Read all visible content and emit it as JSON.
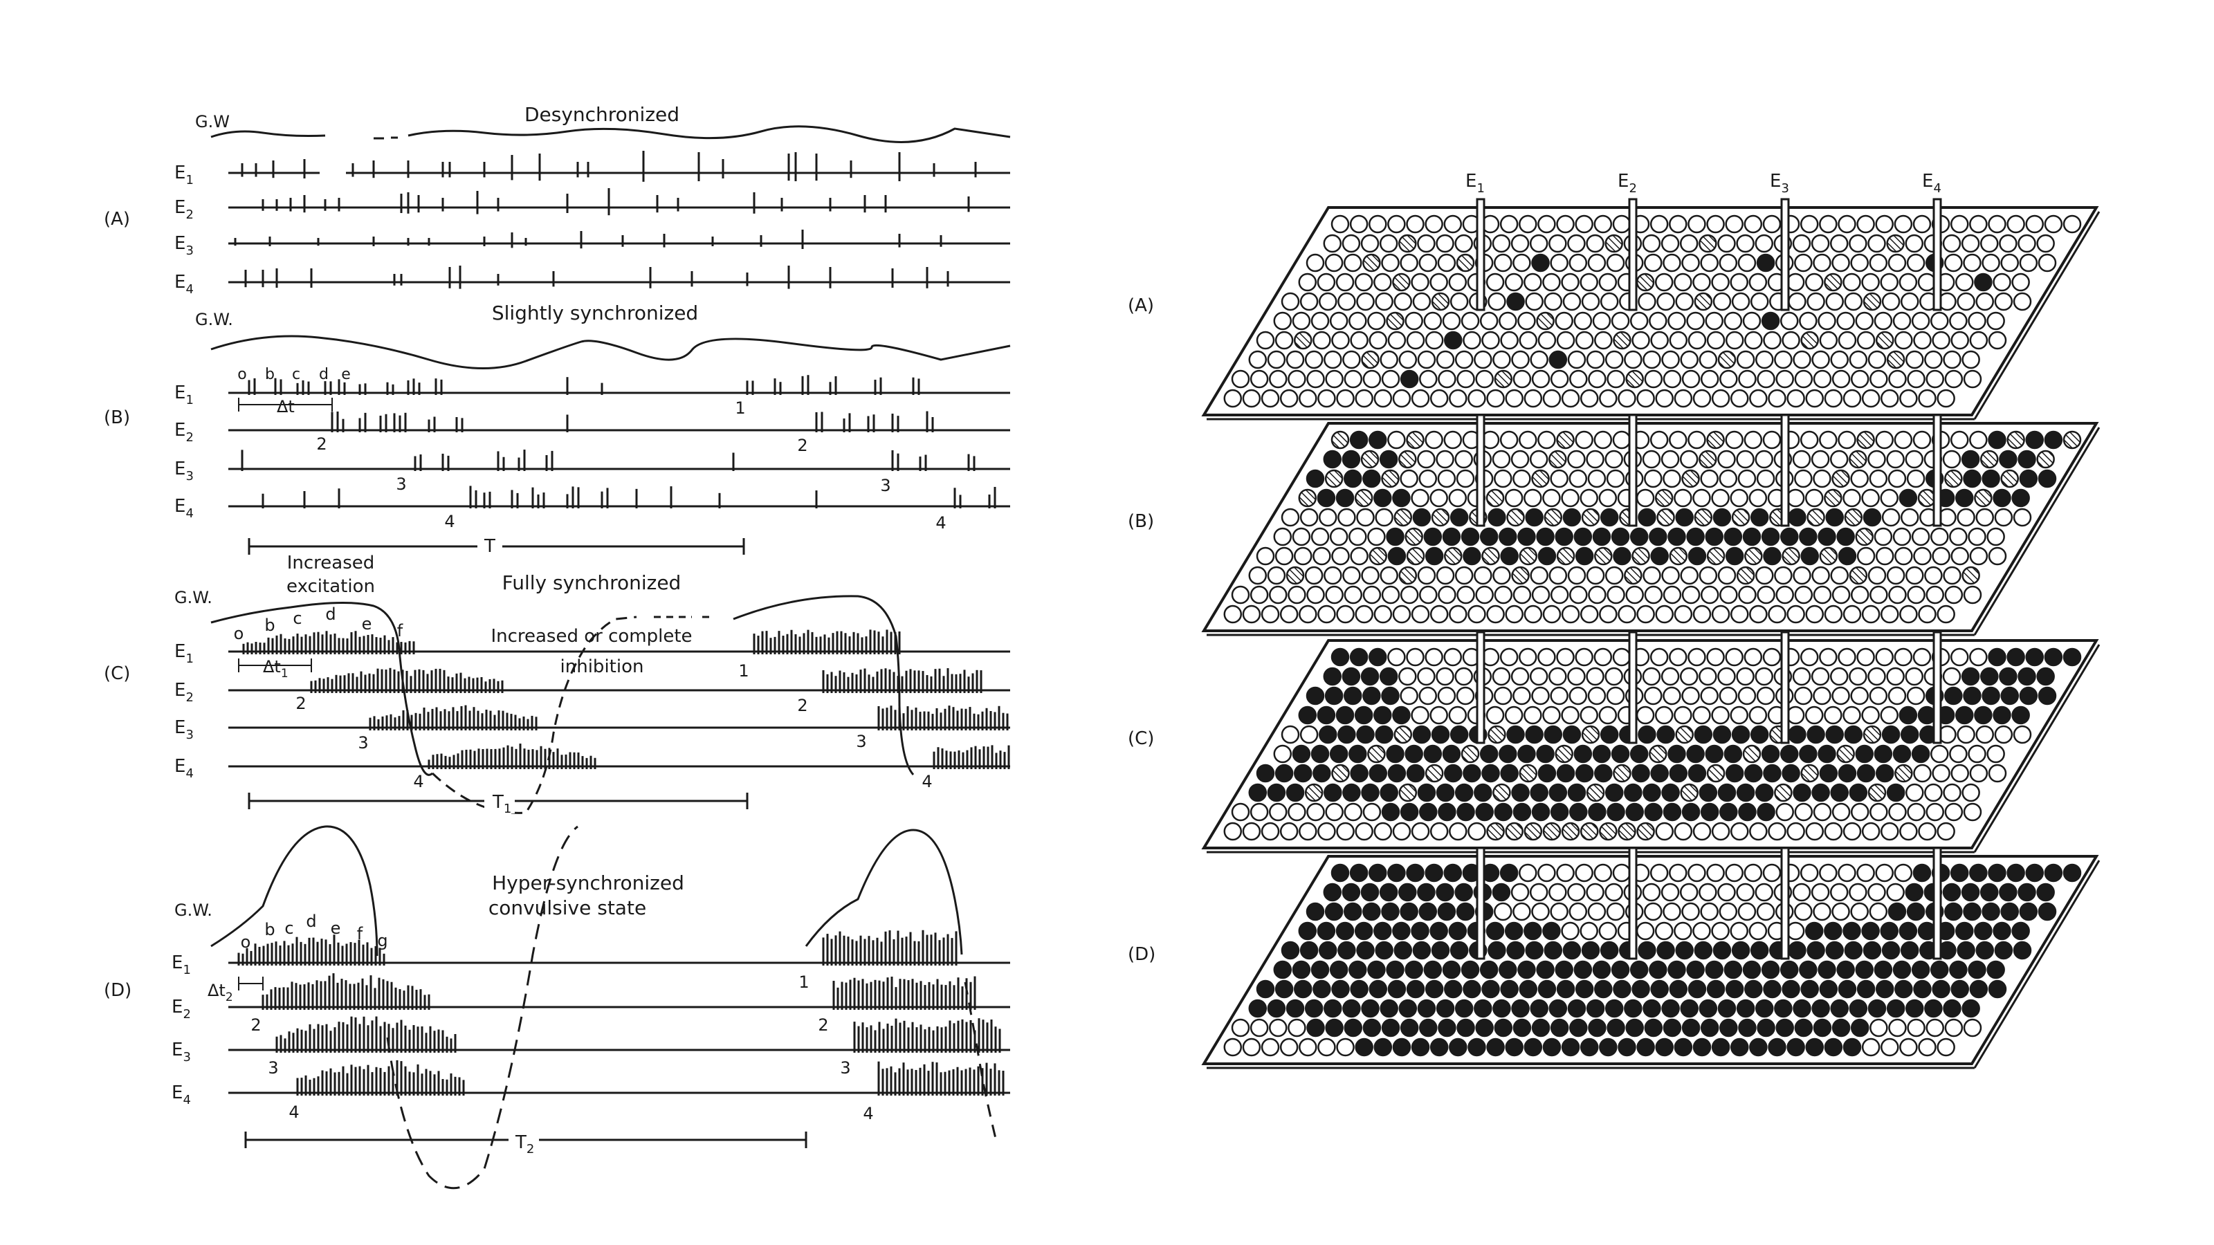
{
  "left": {
    "panels": [
      {
        "id": "A",
        "label": "(A)",
        "gw_label": "G.W",
        "title": "Desynchronized",
        "electrodes": [
          "E1",
          "E2",
          "E3",
          "E4"
        ]
      },
      {
        "id": "B",
        "label": "(B)",
        "gw_label": "G.W.",
        "title": "Slightly synchronized",
        "electrodes": [
          "E1",
          "E2",
          "E3",
          "E4"
        ],
        "burst_letters": [
          "o",
          "b",
          "c",
          "d",
          "e"
        ],
        "delta": "Δt",
        "numbers": [
          "1",
          "2",
          "3",
          "4"
        ],
        "period": "T"
      },
      {
        "id": "C",
        "label": "(C)",
        "gw_label": "G.W.",
        "title": "Fully synchronized",
        "electrodes": [
          "E1",
          "E2",
          "E3",
          "E4"
        ],
        "burst_letters": [
          "o",
          "b",
          "c",
          "d",
          "e",
          "f"
        ],
        "delta": "Δt1",
        "numbers": [
          "1",
          "2",
          "3",
          "4"
        ],
        "period": "T1",
        "note_excitation": [
          "Increased",
          "excitation"
        ],
        "note_inhibition": [
          "Increased or complete",
          "inhibition"
        ]
      },
      {
        "id": "D",
        "label": "(D)",
        "gw_label": "G.W.",
        "title_lines": [
          "Hyper-synchronized",
          "convulsive state"
        ],
        "electrodes": [
          "E1",
          "E2",
          "E3",
          "E4"
        ],
        "burst_letters": [
          "o",
          "b",
          "c",
          "d",
          "e",
          "f",
          "g"
        ],
        "delta": "Δt2",
        "numbers": [
          "1",
          "2",
          "3",
          "4"
        ],
        "period": "T2"
      }
    ]
  },
  "right": {
    "electrodes": [
      "E1",
      "E2",
      "E3",
      "E4"
    ],
    "sheets": [
      {
        "id": "A",
        "label": "(A)"
      },
      {
        "id": "B",
        "label": "(B)"
      },
      {
        "id": "C",
        "label": "(C)"
      },
      {
        "id": "D",
        "label": "(D)"
      }
    ]
  }
}
